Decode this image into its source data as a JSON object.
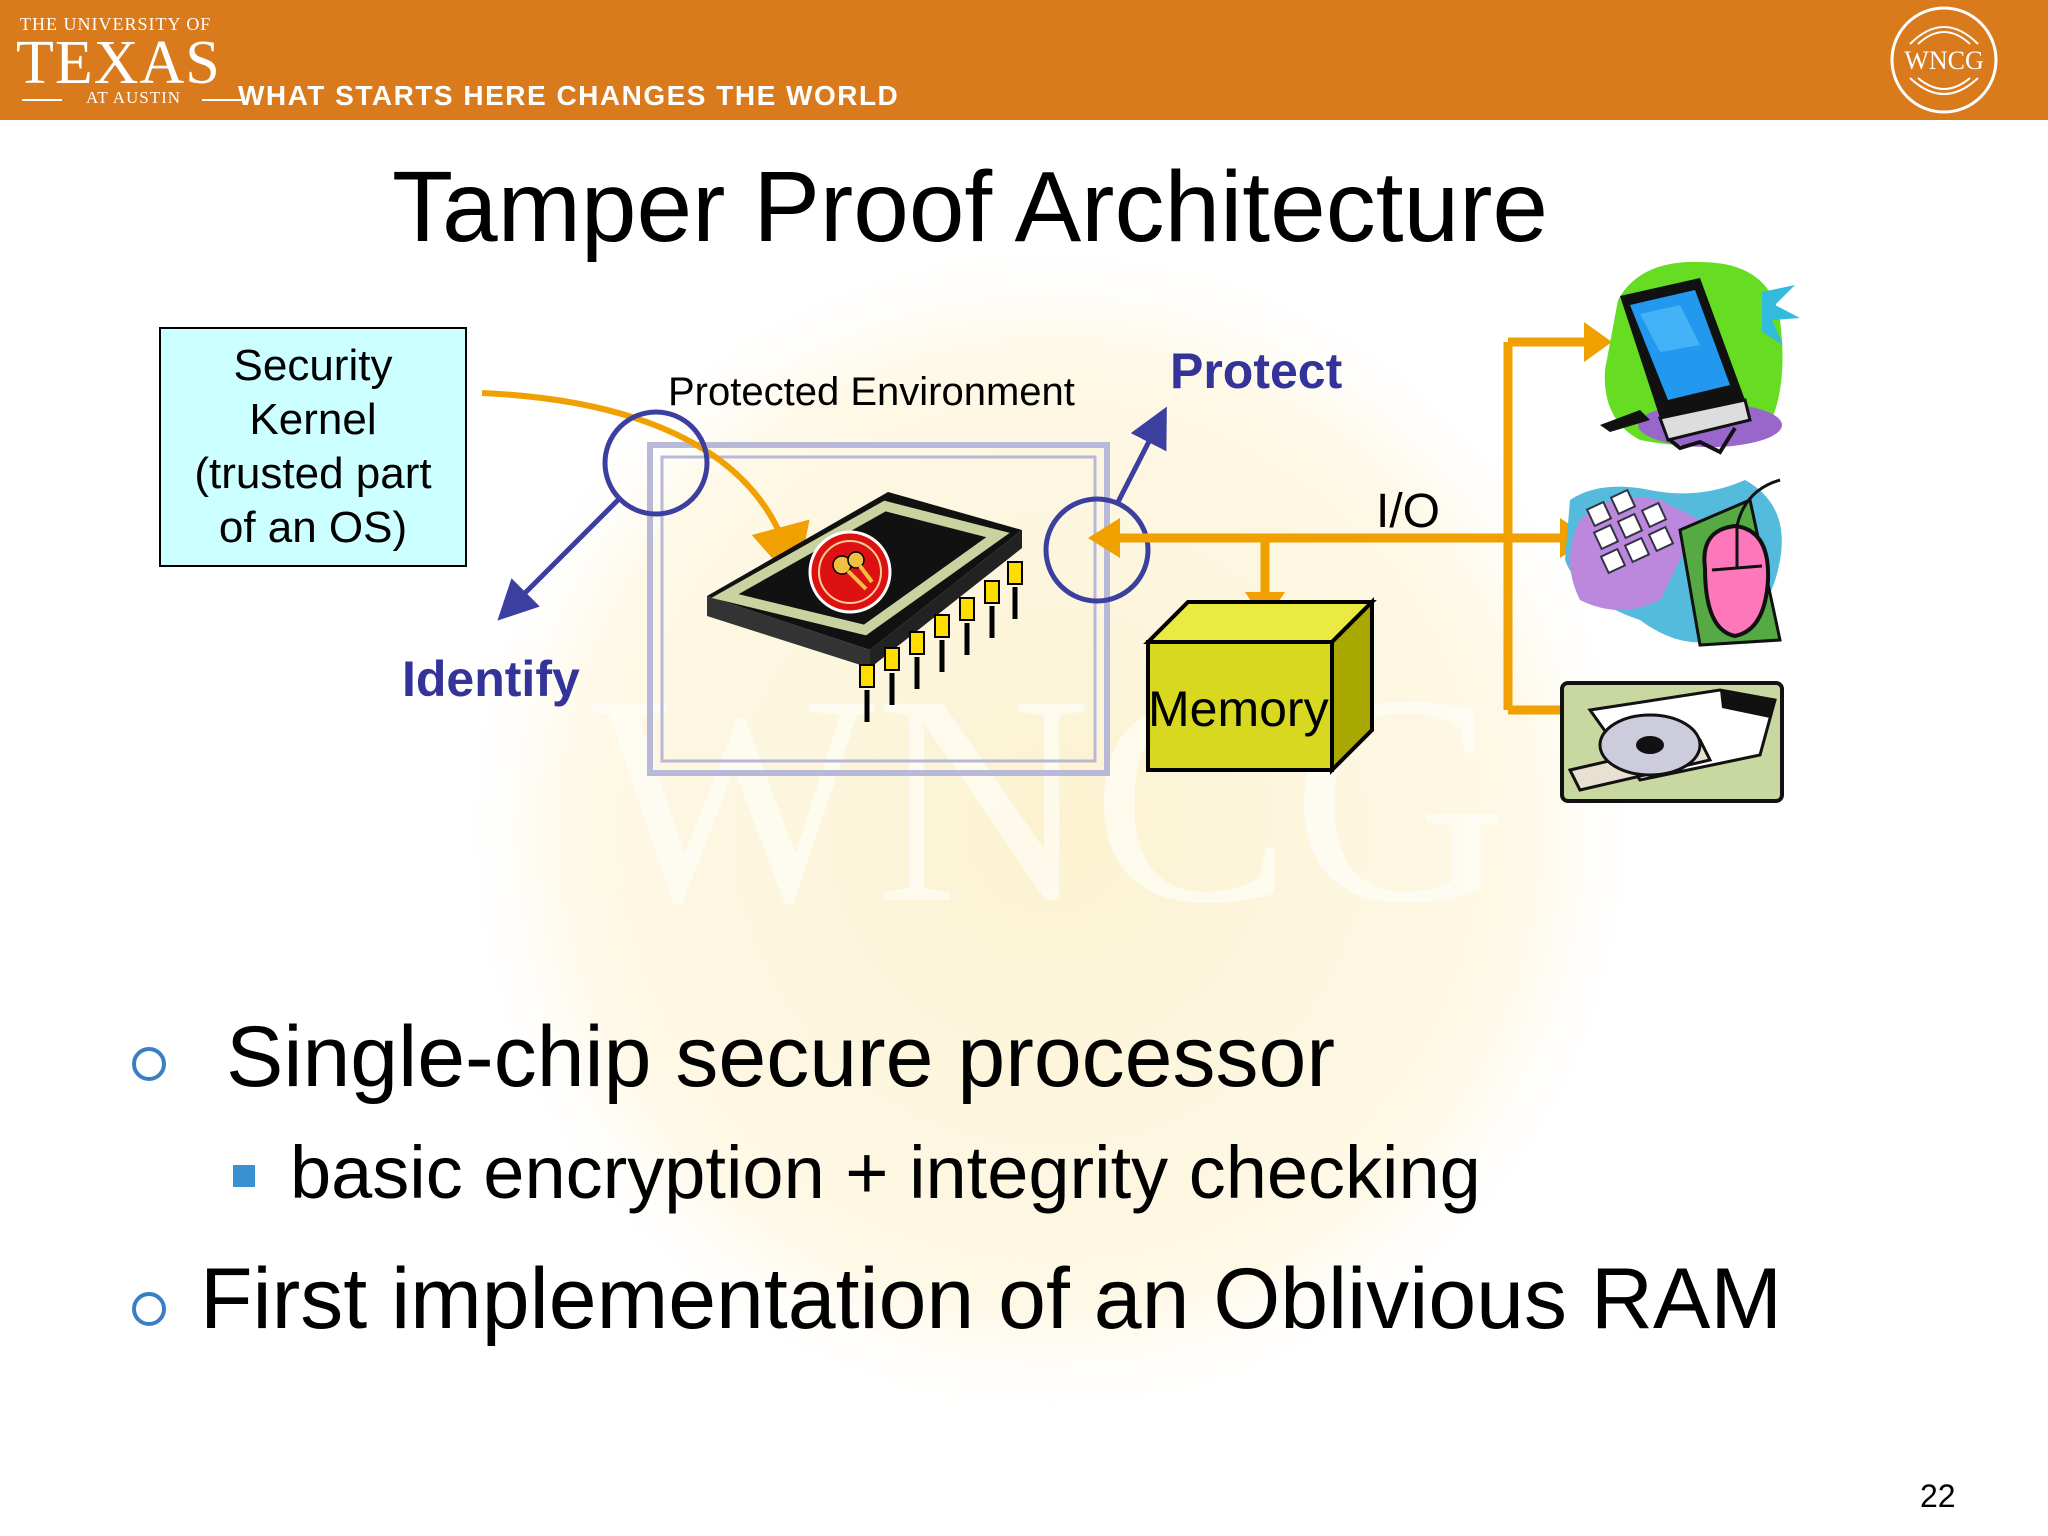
{
  "header": {
    "university_small": "THE UNIVERSITY OF",
    "university_big": "TEXAS",
    "university_campus": "AT AUSTIN",
    "tagline": "WHAT STARTS HERE CHANGES THE WORLD",
    "logo_text": "WNCG",
    "bar_color": "#d97a1c"
  },
  "slide": {
    "title": "Tamper Proof Architecture",
    "page_number": "22"
  },
  "diagram": {
    "kernel_box": "Security\nKernel\n(trusted part\nof an OS)",
    "protected_environment": "Protected Environment",
    "protect": "Protect",
    "identify": "Identify",
    "io": "I/O",
    "memory": "Memory",
    "watermark_text": "WNCG",
    "accent_orange": "#f0a000",
    "accent_blue": "#3b3fa0",
    "icons": [
      "chip-with-keys-icon",
      "computer-monitor-icon",
      "keyboard-mouse-icon",
      "cd-drive-icon"
    ]
  },
  "bullets": [
    {
      "text": "Single-chip secure processor",
      "level": 1
    },
    {
      "text": "basic encryption + integrity checking",
      "level": 2
    },
    {
      "text": "First implementation of an Oblivious RAM",
      "level": 1
    }
  ]
}
